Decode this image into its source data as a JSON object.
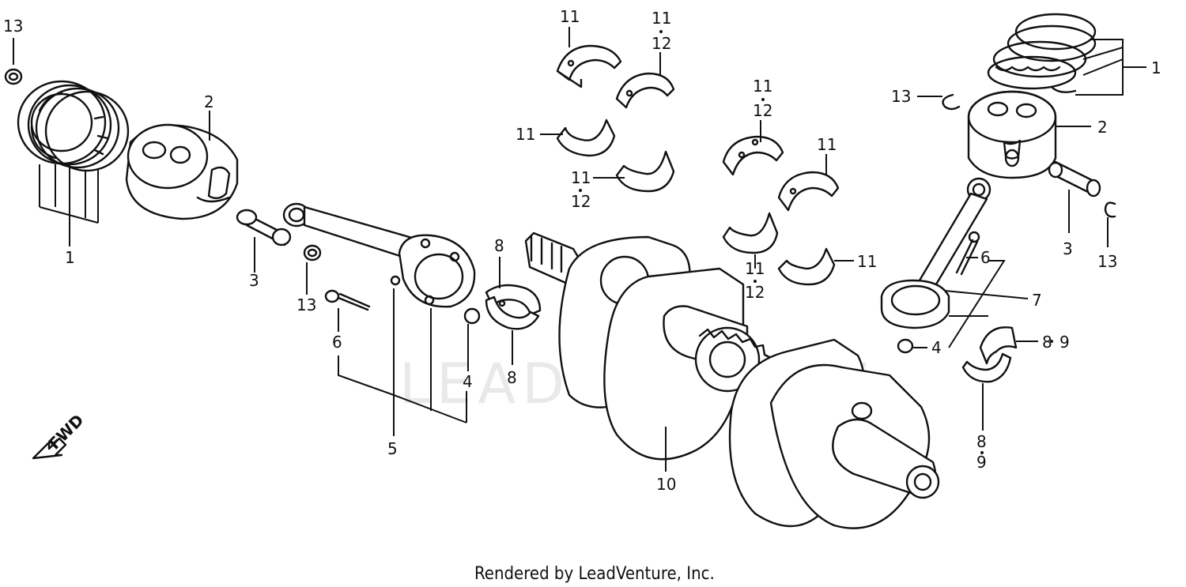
{
  "diagram": {
    "watermark": "LEADVENTURE",
    "credit": "Rendered by LeadVenture, Inc.",
    "direction_label": "FWD",
    "callouts": [
      {
        "id": "c13a",
        "text": "13"
      },
      {
        "id": "c1a",
        "text": "1"
      },
      {
        "id": "c2a",
        "text": "2"
      },
      {
        "id": "c3a",
        "text": "3"
      },
      {
        "id": "c13b",
        "text": "13"
      },
      {
        "id": "c6a",
        "text": "6"
      },
      {
        "id": "c5",
        "text": "5"
      },
      {
        "id": "c4a",
        "text": "4"
      },
      {
        "id": "c8a",
        "text": "8"
      },
      {
        "id": "c8b",
        "text": "8"
      },
      {
        "id": "c11a",
        "text": "11"
      },
      {
        "id": "c11b",
        "text": "11"
      },
      {
        "id": "c12a",
        "text": "12"
      },
      {
        "id": "c11c",
        "text": "11"
      },
      {
        "id": "c11d",
        "text": "11"
      },
      {
        "id": "c12b",
        "text": "12"
      },
      {
        "id": "c11e",
        "text": "11"
      },
      {
        "id": "c12c",
        "text": "12"
      },
      {
        "id": "c11f",
        "text": "11"
      },
      {
        "id": "c11g",
        "text": "11"
      },
      {
        "id": "c11h",
        "text": "11"
      },
      {
        "id": "c12d",
        "text": "12"
      },
      {
        "id": "c10",
        "text": "10"
      },
      {
        "id": "c13c",
        "text": "13"
      },
      {
        "id": "c1b",
        "text": "1"
      },
      {
        "id": "c2b",
        "text": "2"
      },
      {
        "id": "c3b",
        "text": "3"
      },
      {
        "id": "c13d",
        "text": "13"
      },
      {
        "id": "c6b",
        "text": "6"
      },
      {
        "id": "c7",
        "text": "7"
      },
      {
        "id": "c4b",
        "text": "4"
      },
      {
        "id": "c89a",
        "text": "8"
      },
      {
        "id": "c89a9",
        "text": "9"
      },
      {
        "id": "c89b",
        "text": "8"
      },
      {
        "id": "c89b9",
        "text": "9"
      }
    ]
  }
}
